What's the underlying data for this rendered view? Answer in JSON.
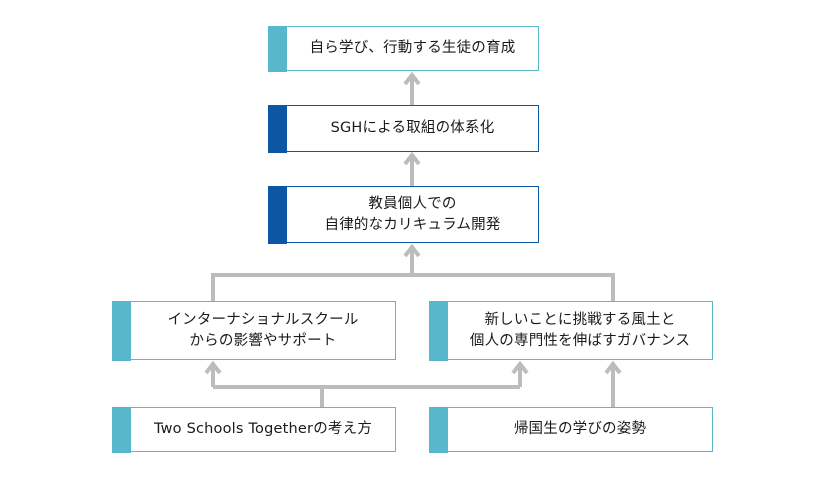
{
  "colors": {
    "accent_light": "#58b7ca",
    "accent_dark": "#0c57a3",
    "connector": "#bcbcbc",
    "text": "#1a1a1a"
  },
  "nodes": {
    "goal": {
      "label": "自ら学び、行動する生徒の育成",
      "style": "light"
    },
    "sgh": {
      "label": "SGHによる取組の体系化",
      "style": "dark"
    },
    "curriculum": {
      "label": "教員個人での\n自律的なカリキュラム開発",
      "style": "dark"
    },
    "international_school": {
      "label": "インターナショナルスクール\nからの影響やサポート",
      "style": "light"
    },
    "culture": {
      "label": "新しいことに挑戦する風土と\n個人の専門性を伸ばすガバナンス",
      "style": "light"
    },
    "two_schools": {
      "label": "Two Schools Togetherの考え方",
      "style": "light"
    },
    "returnees": {
      "label": "帰国生の学びの姿勢",
      "style": "light"
    }
  },
  "edges": [
    {
      "from": "sgh",
      "to": "goal"
    },
    {
      "from": "curriculum",
      "to": "sgh"
    },
    {
      "from": "international_school",
      "to": "curriculum"
    },
    {
      "from": "culture",
      "to": "curriculum"
    },
    {
      "from": "two_schools",
      "to": "international_school"
    },
    {
      "from": "two_schools",
      "to": "culture"
    },
    {
      "from": "returnees",
      "to": "culture"
    }
  ]
}
